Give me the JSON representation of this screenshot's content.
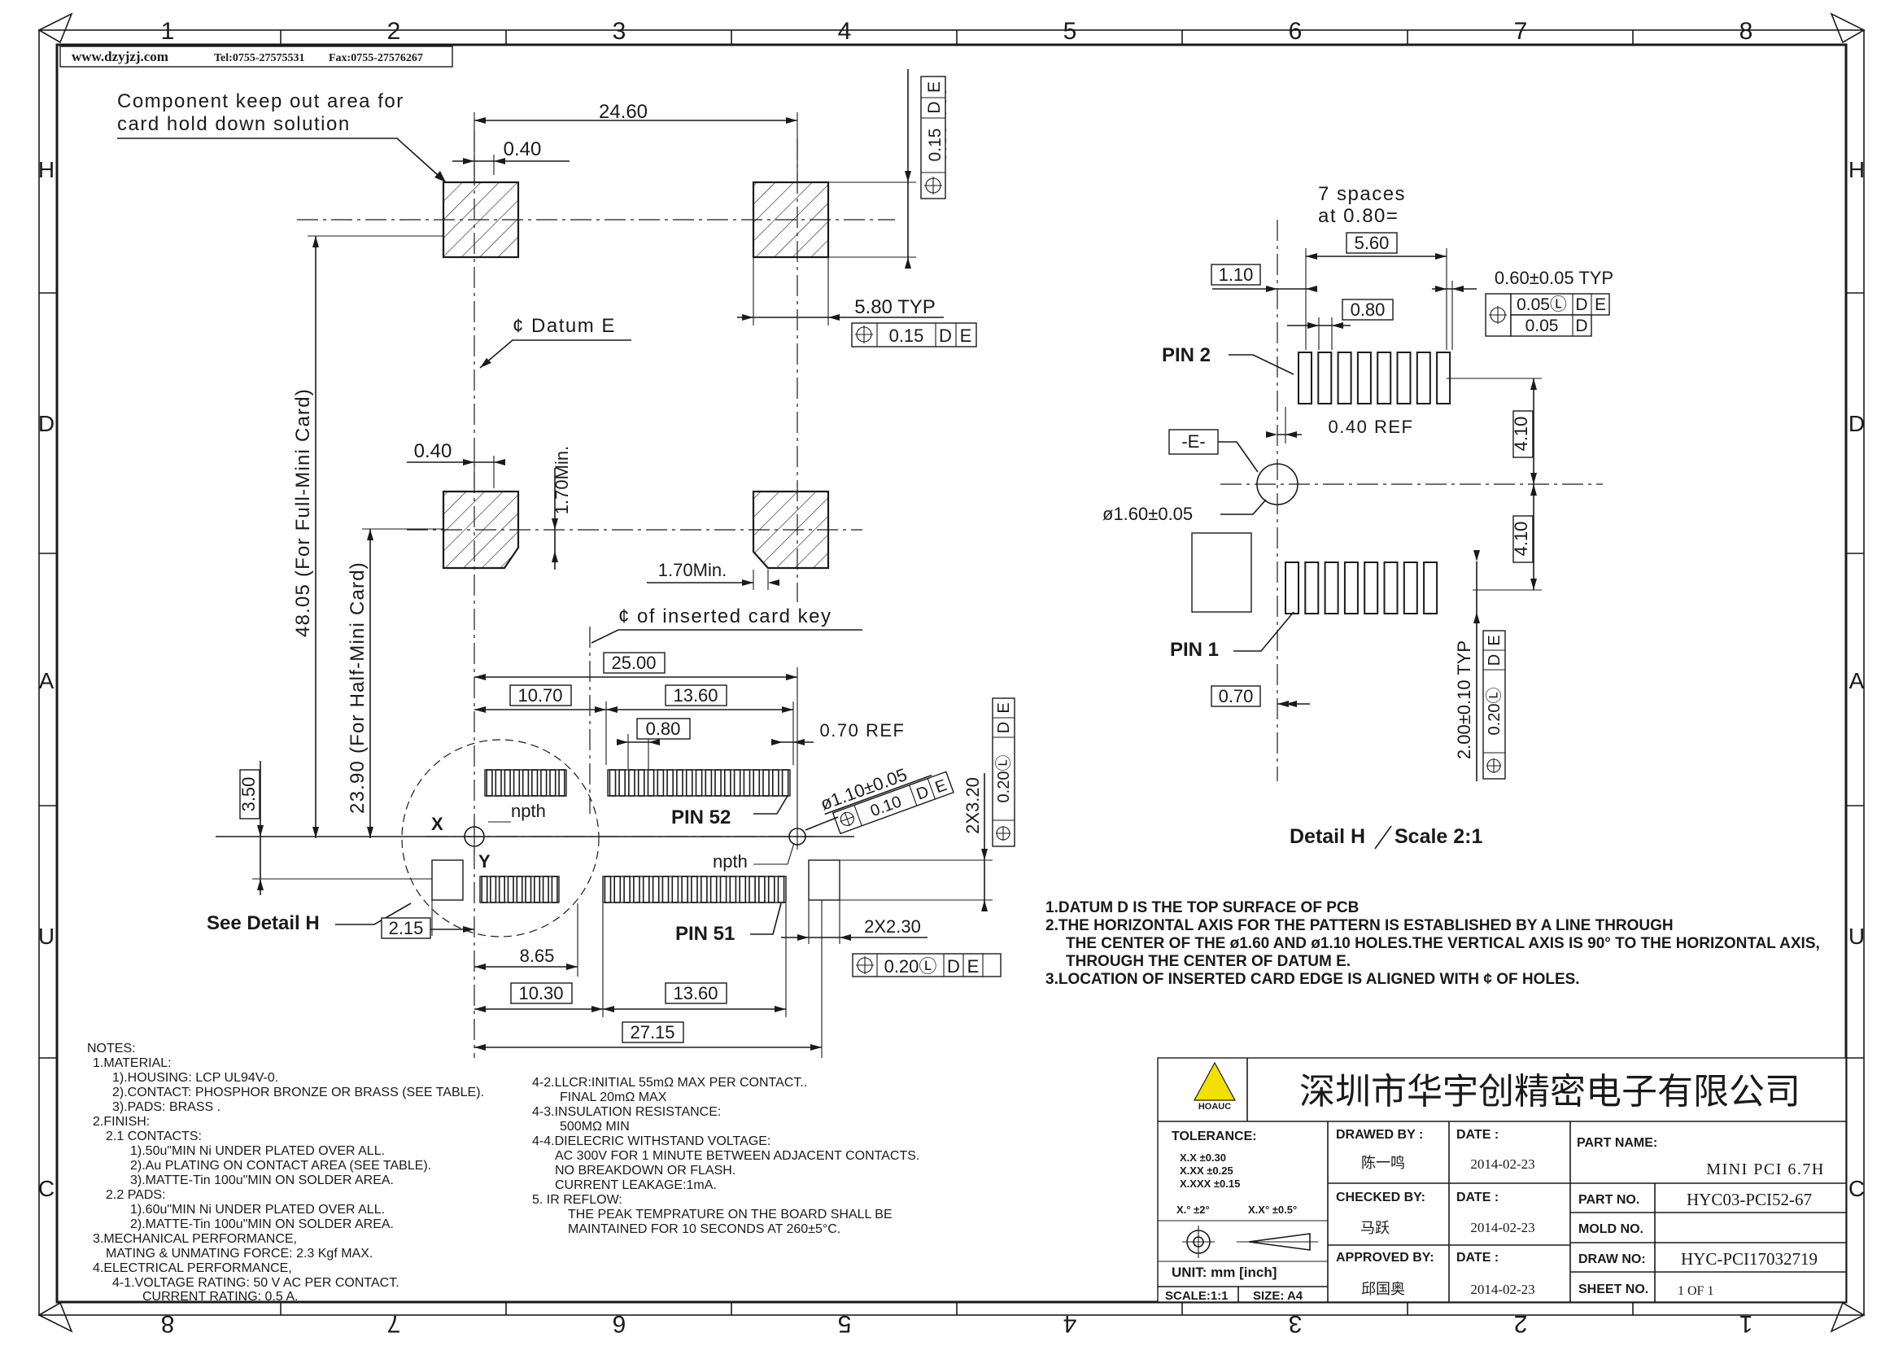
{
  "header": {
    "website": "www.dzyjzj.com",
    "tel": "Tel:0755-27575531",
    "fax": "Fax:0755-27576267"
  },
  "border": {
    "top_numbers": [
      "1",
      "2",
      "3",
      "4",
      "5",
      "6",
      "7",
      "8"
    ],
    "bottom_numbers": [
      "8",
      "7",
      "6",
      "5",
      "4",
      "3",
      "2",
      "1"
    ],
    "left_letters": [
      "H",
      "D",
      "A",
      "U",
      "C"
    ],
    "right_letters": [
      "H",
      "D",
      "A",
      "U",
      "C"
    ]
  },
  "main_view": {
    "keepout_note_line1": "Component keep out area for",
    "keepout_note_line2": "card hold down solution",
    "datum_e_label": "¢ Datum E",
    "card_key_label": "¢ of inserted card key",
    "full_mini_card": "48.05 (For Full-Mini Card)",
    "half_mini_card": "23.90 (For Half-Mini Card)",
    "dim_24_60": "24.60",
    "dim_0_40_top": "0.40",
    "dim_5_80_typ_v": "5.80 TYP",
    "dim_5_80_typ_h": "5.80 TYP",
    "tol_015": "0.15",
    "datum_d": "D",
    "datum_e": "E",
    "dim_0_40_mid": "0.40",
    "dim_1_70_min_v": "1.70Min.",
    "dim_1_70_min_h": "1.70Min.",
    "dim_25_00": "25.00",
    "dim_10_70": "10.70",
    "dim_13_60_top": "13.60",
    "dim_0_80": "0.80",
    "dim_0_70_ref": "0.70 REF",
    "dim_3_50": "3.50",
    "dim_2x3_20": "2X3.20",
    "tol_020L": "0.20Ⓛ",
    "dim_1_10": "ø1.10±0.05",
    "tol_010": "0.10",
    "npth_label": "npth",
    "x_label": "X",
    "y_label": "Y",
    "pin52": "PIN 52",
    "pin51": "PIN 51",
    "see_detail": "See Detail H",
    "dim_2_15": "2.15",
    "dim_8_65": "8.65",
    "dim_2x2_30": "2X2.30",
    "dim_10_30": "10.30",
    "dim_13_60_bot": "13.60",
    "dim_27_15": "27.15"
  },
  "detail_h": {
    "spaces_line1": "7 spaces",
    "spaces_line2": "at 0.80=",
    "dim_5_60": "5.60",
    "dim_1_10": "1.10",
    "dim_0_60": "0.60±0.05 TYP",
    "tol_005L": "0.05Ⓛ",
    "tol_005": "0.05",
    "dim_0_80": "0.80",
    "pin2": "PIN 2",
    "datum_e_box": "-E-",
    "dim_0_40_ref": "0.40 REF",
    "dim_4_10_a": "4.10",
    "dim_4_10_b": "4.10",
    "dim_1_60": "ø1.60±0.05",
    "pin1": "PIN 1",
    "dim_0_70": "0.70",
    "dim_2_00": "2.00±0.10 TYP",
    "tol_020L": "0.20Ⓛ",
    "caption": "Detail H",
    "scale": "Scale 2:1"
  },
  "datum_notes": [
    "1.DATUM D IS THE TOP SURFACE OF PCB",
    "2.THE HORIZONTAL AXIS FOR THE PATTERN IS ESTABLISHED BY A LINE THROUGH",
    "THE CENTER OF THE ø1.60 AND ø1.10 HOLES.THE VERTICAL AXIS IS 90° TO THE HORIZONTAL AXIS,",
    "THROUGH THE CENTER OF DATUM E.",
    "3.LOCATION OF INSERTED CARD EDGE IS ALIGNED WITH ¢ OF HOLES."
  ],
  "notes_left": [
    "NOTES:",
    "1.MATERIAL:",
    "1).HOUSING: LCP UL94V-0.",
    "2).CONTACT: PHOSPHOR BRONZE OR BRASS (SEE TABLE).",
    "3).PADS: BRASS .",
    "2.FINISH:",
    "2.1 CONTACTS:",
    "1).50u\"MIN Ni UNDER PLATED OVER ALL.",
    "2).Au PLATING ON CONTACT AREA (SEE TABLE).",
    "3).MATTE-Tin 100u\"MIN ON SOLDER AREA.",
    "2.2 PADS:",
    "1).60u\"MIN Ni UNDER PLATED OVER ALL.",
    "2).MATTE-Tin 100u\"MIN ON SOLDER AREA.",
    "3.MECHANICAL PERFORMANCE,",
    "MATING & UNMATING FORCE: 2.3 Kgf MAX.",
    "4.ELECTRICAL PERFORMANCE,",
    "4-1.VOLTAGE RATING: 50 V AC PER CONTACT.",
    "CURRENT RATING:   0.5 A."
  ],
  "notes_mid": [
    "4-2.LLCR:INITIAL 55mΩ MAX PER CONTACT..",
    "FINAL 20mΩ MAX",
    "4-3.INSULATION RESISTANCE:",
    "500MΩ MIN",
    "4-4.DIELECRIC WITHSTAND VOLTAGE:",
    "AC 300V FOR 1 MINUTE BETWEEN ADJACENT CONTACTS.",
    "NO BREAKDOWN OR FLASH.",
    "CURRENT LEAKAGE:1mA.",
    "5. IR REFLOW:",
    "THE PEAK TEMPRATURE ON THE BOARD SHALL BE",
    "MAINTAINED FOR 10 SECONDS AT 260±5°C."
  ],
  "title_block": {
    "company": "深圳市华宇创精密电子有限公司",
    "logo_text": "HOAUC",
    "tolerance_label": "TOLERANCE:",
    "tol_x": "X.X   ±0.30",
    "tol_xx": "X.XX   ±0.25",
    "tol_xxx": "X.XXX  ±0.15",
    "tol_ang1": "X.° ±2°",
    "tol_ang2": "X.X° ±0.5°",
    "unit": "UNIT:  mm [inch]",
    "scale": "SCALE:1:1",
    "size": "SIZE: A4",
    "drawn_by_label": "DRAWED BY :",
    "drawn_by": "陈一鸣",
    "checked_by_label": "CHECKED BY:",
    "checked_by": "马跃",
    "approved_by_label": "APPROVED BY:",
    "approved_by": "邱国奥",
    "date_label": "DATE :",
    "date1": "2014-02-23",
    "date2": "2014-02-23",
    "date3": "2014-02-23",
    "part_name_label": "PART NAME:",
    "part_name": "MINI PCI 6.7H",
    "part_no_label": "PART NO.",
    "part_no": "HYC03-PCI52-67",
    "mold_no_label": "MOLD NO.",
    "mold_no": "",
    "draw_no_label": "DRAW NO:",
    "draw_no": "HYC-PCI17032719",
    "sheet_no_label": "SHEET NO.",
    "sheet_no": "1 OF 1"
  }
}
